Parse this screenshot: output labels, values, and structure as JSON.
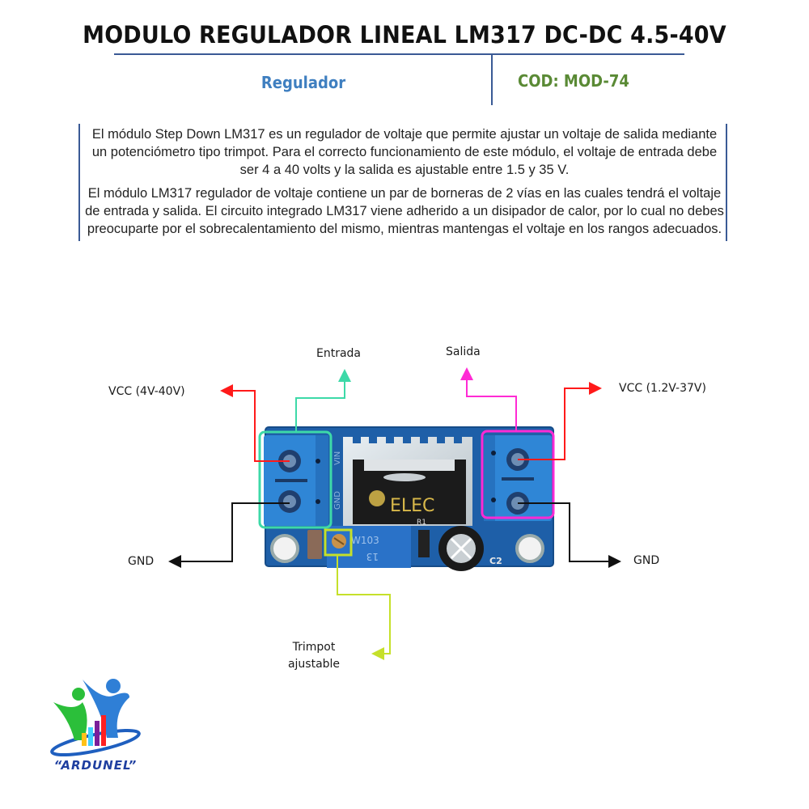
{
  "header": {
    "title": "MODULO REGULADOR LINEAL LM317 DC-DC 4.5-40V",
    "category": "Regulador",
    "code": "COD: MOD-74"
  },
  "description": {
    "paragraphs": [
      "El módulo Step Down LM317 es un regulador de voltaje que permite ajustar un voltaje de salida mediante un potenciómetro tipo trimpot. Para el correcto funcionamiento de este módulo, el voltaje de entrada debe ser 4 a 40 volts y la salida es ajustable entre 1.5 y 35 V.",
      "El módulo LM317 regulador de voltaje contiene un par de borneras de 2 vías en las cuales tendrá el voltaje de entrada y salida.  El circuito integrado LM317 viene adherido a un disipador de calor, por lo cual no debes preocuparte por el sobrecalentamiento  del mismo, mientras mantengas el voltaje en los rangos adecuados."
    ]
  },
  "diagram": {
    "labels": {
      "entrada": "Entrada",
      "salida": "Salida",
      "vcc_in": "VCC (4V-40V)",
      "vcc_out": "VCC (1.2V-37V)",
      "gnd_left": "GND",
      "gnd_right": "GND",
      "trimpot_line1": "Trimpot",
      "trimpot_line2": "ajustable"
    },
    "board": {
      "brand": "ELEC",
      "pot_marking_1": "W103",
      "pot_marking_2": "13",
      "resistor_label": "R1",
      "cap_label": "C2",
      "pin_in": "VIN",
      "pin_gnd": "GND"
    },
    "colors": {
      "vcc": "#ff1a1a",
      "entrada": "#3dd9a8",
      "salida": "#ff2ad4",
      "trimpot": "#c5e02a",
      "gnd": "#111111",
      "pcb": "#1e5fa8",
      "terminal": "#2f86d6"
    }
  },
  "logo": {
    "name": "“ARDUNEL”"
  }
}
